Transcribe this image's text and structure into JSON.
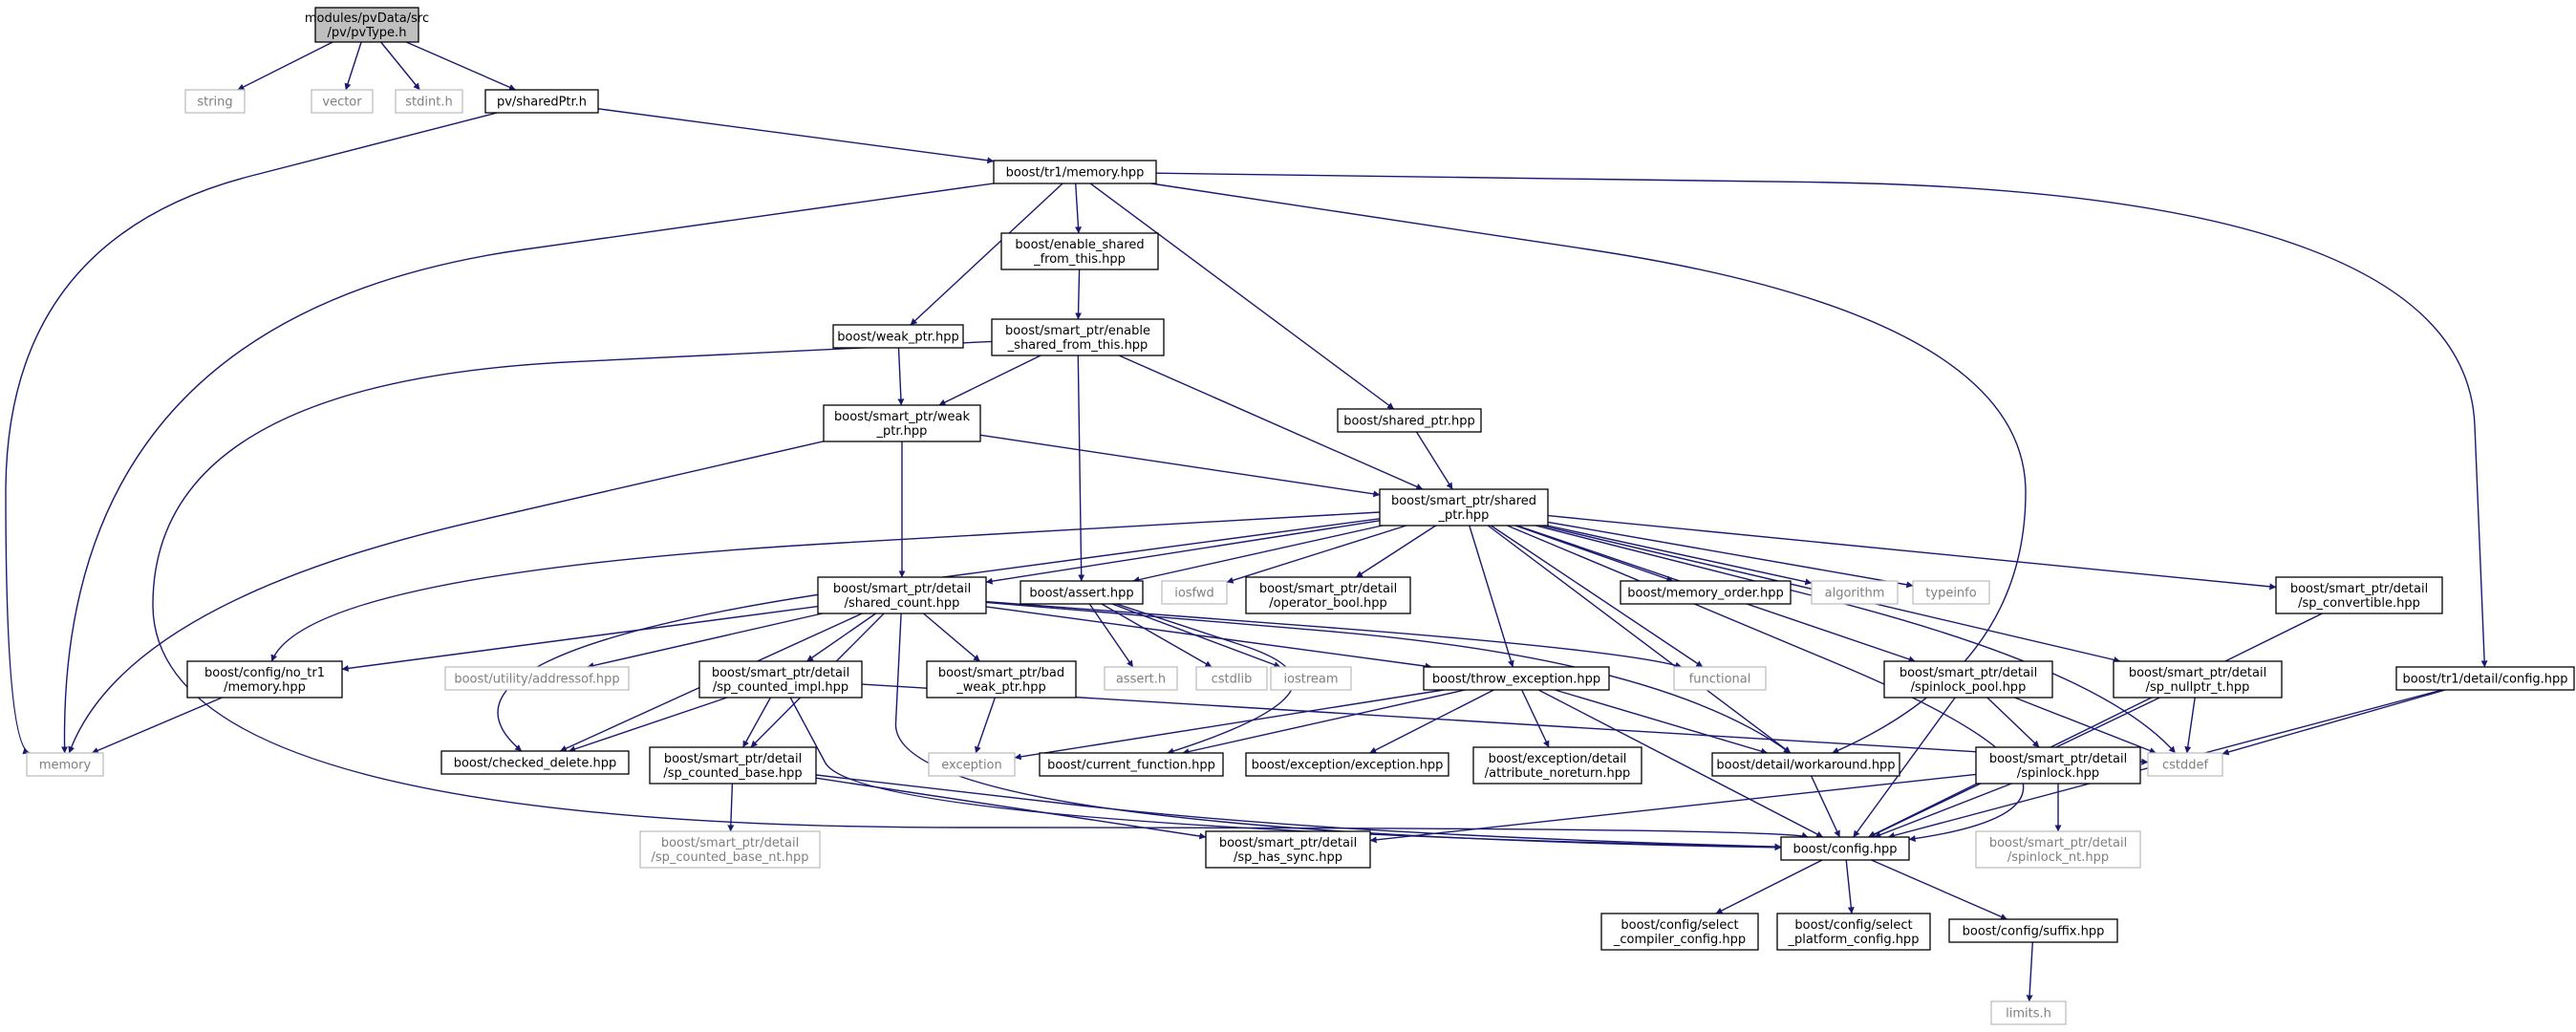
{
  "colors": {
    "edge": "#191970",
    "node_border": "#000000",
    "node_border_external": "#bfbfbf",
    "node_text": "#000000",
    "node_text_external": "#7f7f7f",
    "root_fill": "#bfbfbf",
    "node_fill": "#ffffff"
  },
  "nodes": {
    "root": {
      "lines": [
        "modules/pvData/src",
        "/pv/pvType.h"
      ],
      "kind": "root"
    },
    "string": {
      "lines": [
        "string"
      ],
      "kind": "external"
    },
    "vector": {
      "lines": [
        "vector"
      ],
      "kind": "external"
    },
    "stdint": {
      "lines": [
        "stdint.h"
      ],
      "kind": "external"
    },
    "sharedPtr": {
      "lines": [
        "pv/sharedPtr.h"
      ],
      "kind": "normal"
    },
    "tr1memory": {
      "lines": [
        "boost/tr1/memory.hpp"
      ],
      "kind": "normal"
    },
    "memory": {
      "lines": [
        "memory"
      ],
      "kind": "external"
    },
    "enable_shared": {
      "lines": [
        "boost/enable_shared",
        "_from_this.hpp"
      ],
      "kind": "normal"
    },
    "sp_enable_shared": {
      "lines": [
        "boost/smart_ptr/enable",
        "_shared_from_this.hpp"
      ],
      "kind": "normal"
    },
    "weak_ptr": {
      "lines": [
        "boost/weak_ptr.hpp"
      ],
      "kind": "normal"
    },
    "sp_weak_ptr": {
      "lines": [
        "boost/smart_ptr/weak",
        "_ptr.hpp"
      ],
      "kind": "normal"
    },
    "shared_ptr": {
      "lines": [
        "boost/shared_ptr.hpp"
      ],
      "kind": "normal"
    },
    "sp_shared_ptr": {
      "lines": [
        "boost/smart_ptr/shared",
        "_ptr.hpp"
      ],
      "kind": "normal"
    },
    "sp_shared_count": {
      "lines": [
        "boost/smart_ptr/detail",
        "/shared_count.hpp"
      ],
      "kind": "normal"
    },
    "assert": {
      "lines": [
        "boost/assert.hpp"
      ],
      "kind": "normal"
    },
    "iosfwd": {
      "lines": [
        "iosfwd"
      ],
      "kind": "external"
    },
    "operator_bool": {
      "lines": [
        "boost/smart_ptr/detail",
        "/operator_bool.hpp"
      ],
      "kind": "normal"
    },
    "memory_order": {
      "lines": [
        "boost/memory_order.hpp"
      ],
      "kind": "normal"
    },
    "algorithm": {
      "lines": [
        "algorithm"
      ],
      "kind": "external"
    },
    "typeinfo": {
      "lines": [
        "typeinfo"
      ],
      "kind": "external"
    },
    "sp_convertible": {
      "lines": [
        "boost/smart_ptr/detail",
        "/sp_convertible.hpp"
      ],
      "kind": "normal"
    },
    "no_tr1_memory": {
      "lines": [
        "boost/config/no_tr1",
        "/memory.hpp"
      ],
      "kind": "normal"
    },
    "addressof": {
      "lines": [
        "boost/utility/addressof.hpp"
      ],
      "kind": "external"
    },
    "sp_counted_impl": {
      "lines": [
        "boost/smart_ptr/detail",
        "/sp_counted_impl.hpp"
      ],
      "kind": "normal"
    },
    "bad_weak_ptr": {
      "lines": [
        "boost/smart_ptr/bad",
        "_weak_ptr.hpp"
      ],
      "kind": "normal"
    },
    "assert_h": {
      "lines": [
        "assert.h"
      ],
      "kind": "external"
    },
    "cstdlib": {
      "lines": [
        "cstdlib"
      ],
      "kind": "external"
    },
    "iostream": {
      "lines": [
        "iostream"
      ],
      "kind": "external"
    },
    "throw_exception": {
      "lines": [
        "boost/throw_exception.hpp"
      ],
      "kind": "normal"
    },
    "functional": {
      "lines": [
        "functional"
      ],
      "kind": "external"
    },
    "spinlock_pool": {
      "lines": [
        "boost/smart_ptr/detail",
        "/spinlock_pool.hpp"
      ],
      "kind": "normal"
    },
    "sp_nullptr_t": {
      "lines": [
        "boost/smart_ptr/detail",
        "/sp_nullptr_t.hpp"
      ],
      "kind": "normal"
    },
    "tr1_detail_config": {
      "lines": [
        "boost/tr1/detail/config.hpp"
      ],
      "kind": "normal"
    },
    "checked_delete": {
      "lines": [
        "boost/checked_delete.hpp"
      ],
      "kind": "normal"
    },
    "sp_counted_base": {
      "lines": [
        "boost/smart_ptr/detail",
        "/sp_counted_base.hpp"
      ],
      "kind": "normal"
    },
    "exception": {
      "lines": [
        "exception"
      ],
      "kind": "external"
    },
    "current_function": {
      "lines": [
        "boost/current_function.hpp"
      ],
      "kind": "normal"
    },
    "exception_exception": {
      "lines": [
        "boost/exception/exception.hpp"
      ],
      "kind": "normal"
    },
    "attribute_noreturn": {
      "lines": [
        "boost/exception/detail",
        "/attribute_noreturn.hpp"
      ],
      "kind": "normal"
    },
    "workaround": {
      "lines": [
        "boost/detail/workaround.hpp"
      ],
      "kind": "normal"
    },
    "cstddef": {
      "lines": [
        "cstddef"
      ],
      "kind": "external"
    },
    "spinlock": {
      "lines": [
        "boost/smart_ptr/detail",
        "/spinlock.hpp"
      ],
      "kind": "normal"
    },
    "sp_counted_base_nt": {
      "lines": [
        "boost/smart_ptr/detail",
        "/sp_counted_base_nt.hpp"
      ],
      "kind": "external"
    },
    "sp_has_sync": {
      "lines": [
        "boost/smart_ptr/detail",
        "/sp_has_sync.hpp"
      ],
      "kind": "normal"
    },
    "config": {
      "lines": [
        "boost/config.hpp"
      ],
      "kind": "normal"
    },
    "spinlock_nt": {
      "lines": [
        "boost/smart_ptr/detail",
        "/spinlock_nt.hpp"
      ],
      "kind": "external"
    },
    "select_compiler": {
      "lines": [
        "boost/config/select",
        "_compiler_config.hpp"
      ],
      "kind": "normal"
    },
    "select_platform": {
      "lines": [
        "boost/config/select",
        "_platform_config.hpp"
      ],
      "kind": "normal"
    },
    "suffix": {
      "lines": [
        "boost/config/suffix.hpp"
      ],
      "kind": "normal"
    },
    "limits": {
      "lines": [
        "limits.h"
      ],
      "kind": "external"
    }
  },
  "edges": [
    [
      "root",
      "string"
    ],
    [
      "root",
      "vector"
    ],
    [
      "root",
      "stdint"
    ],
    [
      "root",
      "sharedPtr"
    ],
    [
      "sharedPtr",
      "memory"
    ],
    [
      "sharedPtr",
      "tr1memory"
    ],
    [
      "tr1memory",
      "memory"
    ],
    [
      "tr1memory",
      "enable_shared"
    ],
    [
      "tr1memory",
      "weak_ptr"
    ],
    [
      "tr1memory",
      "shared_ptr"
    ],
    [
      "tr1memory",
      "workaround"
    ],
    [
      "tr1memory",
      "tr1_detail_config"
    ],
    [
      "enable_shared",
      "sp_enable_shared"
    ],
    [
      "sp_enable_shared",
      "sp_weak_ptr"
    ],
    [
      "sp_enable_shared",
      "sp_shared_ptr"
    ],
    [
      "sp_enable_shared",
      "assert"
    ],
    [
      "sp_enable_shared",
      "config"
    ],
    [
      "weak_ptr",
      "sp_weak_ptr"
    ],
    [
      "sp_weak_ptr",
      "memory"
    ],
    [
      "sp_weak_ptr",
      "sp_shared_ptr"
    ],
    [
      "sp_weak_ptr",
      "sp_shared_count"
    ],
    [
      "shared_ptr",
      "sp_shared_ptr"
    ],
    [
      "sp_shared_ptr",
      "no_tr1_memory"
    ],
    [
      "sp_shared_ptr",
      "sp_shared_count"
    ],
    [
      "sp_shared_ptr",
      "assert"
    ],
    [
      "sp_shared_ptr",
      "iosfwd"
    ],
    [
      "sp_shared_ptr",
      "operator_bool"
    ],
    [
      "sp_shared_ptr",
      "memory_order"
    ],
    [
      "sp_shared_ptr",
      "algorithm"
    ],
    [
      "sp_shared_ptr",
      "typeinfo"
    ],
    [
      "sp_shared_ptr",
      "sp_convertible"
    ],
    [
      "sp_shared_ptr",
      "throw_exception"
    ],
    [
      "sp_shared_ptr",
      "functional"
    ],
    [
      "sp_shared_ptr",
      "spinlock_pool"
    ],
    [
      "sp_shared_ptr",
      "sp_nullptr_t"
    ],
    [
      "sp_shared_ptr",
      "cstddef"
    ],
    [
      "sp_shared_ptr",
      "workaround"
    ],
    [
      "sp_shared_ptr",
      "config"
    ],
    [
      "sp_shared_ptr",
      "checked_delete"
    ],
    [
      "sp_shared_count",
      "no_tr1_memory"
    ],
    [
      "sp_shared_count",
      "addressof"
    ],
    [
      "sp_shared_count",
      "sp_counted_impl"
    ],
    [
      "sp_shared_count",
      "bad_weak_ptr"
    ],
    [
      "sp_shared_count",
      "checked_delete"
    ],
    [
      "sp_shared_count",
      "sp_counted_base"
    ],
    [
      "sp_shared_count",
      "throw_exception"
    ],
    [
      "sp_shared_count",
      "functional"
    ],
    [
      "sp_shared_count",
      "workaround"
    ],
    [
      "sp_shared_count",
      "config"
    ],
    [
      "assert",
      "assert_h"
    ],
    [
      "assert",
      "cstdlib"
    ],
    [
      "assert",
      "iostream"
    ],
    [
      "assert",
      "current_function"
    ],
    [
      "sp_convertible",
      "config"
    ],
    [
      "no_tr1_memory",
      "memory"
    ],
    [
      "sp_counted_impl",
      "checked_delete"
    ],
    [
      "sp_counted_impl",
      "sp_counted_base"
    ],
    [
      "sp_counted_impl",
      "cstddef"
    ],
    [
      "sp_counted_impl",
      "config"
    ],
    [
      "bad_weak_ptr",
      "exception"
    ],
    [
      "throw_exception",
      "exception"
    ],
    [
      "throw_exception",
      "current_function"
    ],
    [
      "throw_exception",
      "exception_exception"
    ],
    [
      "throw_exception",
      "attribute_noreturn"
    ],
    [
      "throw_exception",
      "workaround"
    ],
    [
      "throw_exception",
      "config"
    ],
    [
      "spinlock_pool",
      "spinlock"
    ],
    [
      "spinlock_pool",
      "cstddef"
    ],
    [
      "spinlock_pool",
      "config"
    ],
    [
      "sp_nullptr_t",
      "cstddef"
    ],
    [
      "sp_nullptr_t",
      "config"
    ],
    [
      "tr1_detail_config",
      "cstddef"
    ],
    [
      "tr1_detail_config",
      "config"
    ],
    [
      "sp_counted_base",
      "sp_counted_base_nt"
    ],
    [
      "sp_counted_base",
      "sp_has_sync"
    ],
    [
      "sp_counted_base",
      "config"
    ],
    [
      "workaround",
      "config"
    ],
    [
      "spinlock",
      "sp_has_sync"
    ],
    [
      "spinlock",
      "spinlock_nt"
    ],
    [
      "spinlock",
      "config"
    ],
    [
      "config",
      "select_compiler"
    ],
    [
      "config",
      "select_platform"
    ],
    [
      "config",
      "suffix"
    ],
    [
      "suffix",
      "limits"
    ]
  ]
}
